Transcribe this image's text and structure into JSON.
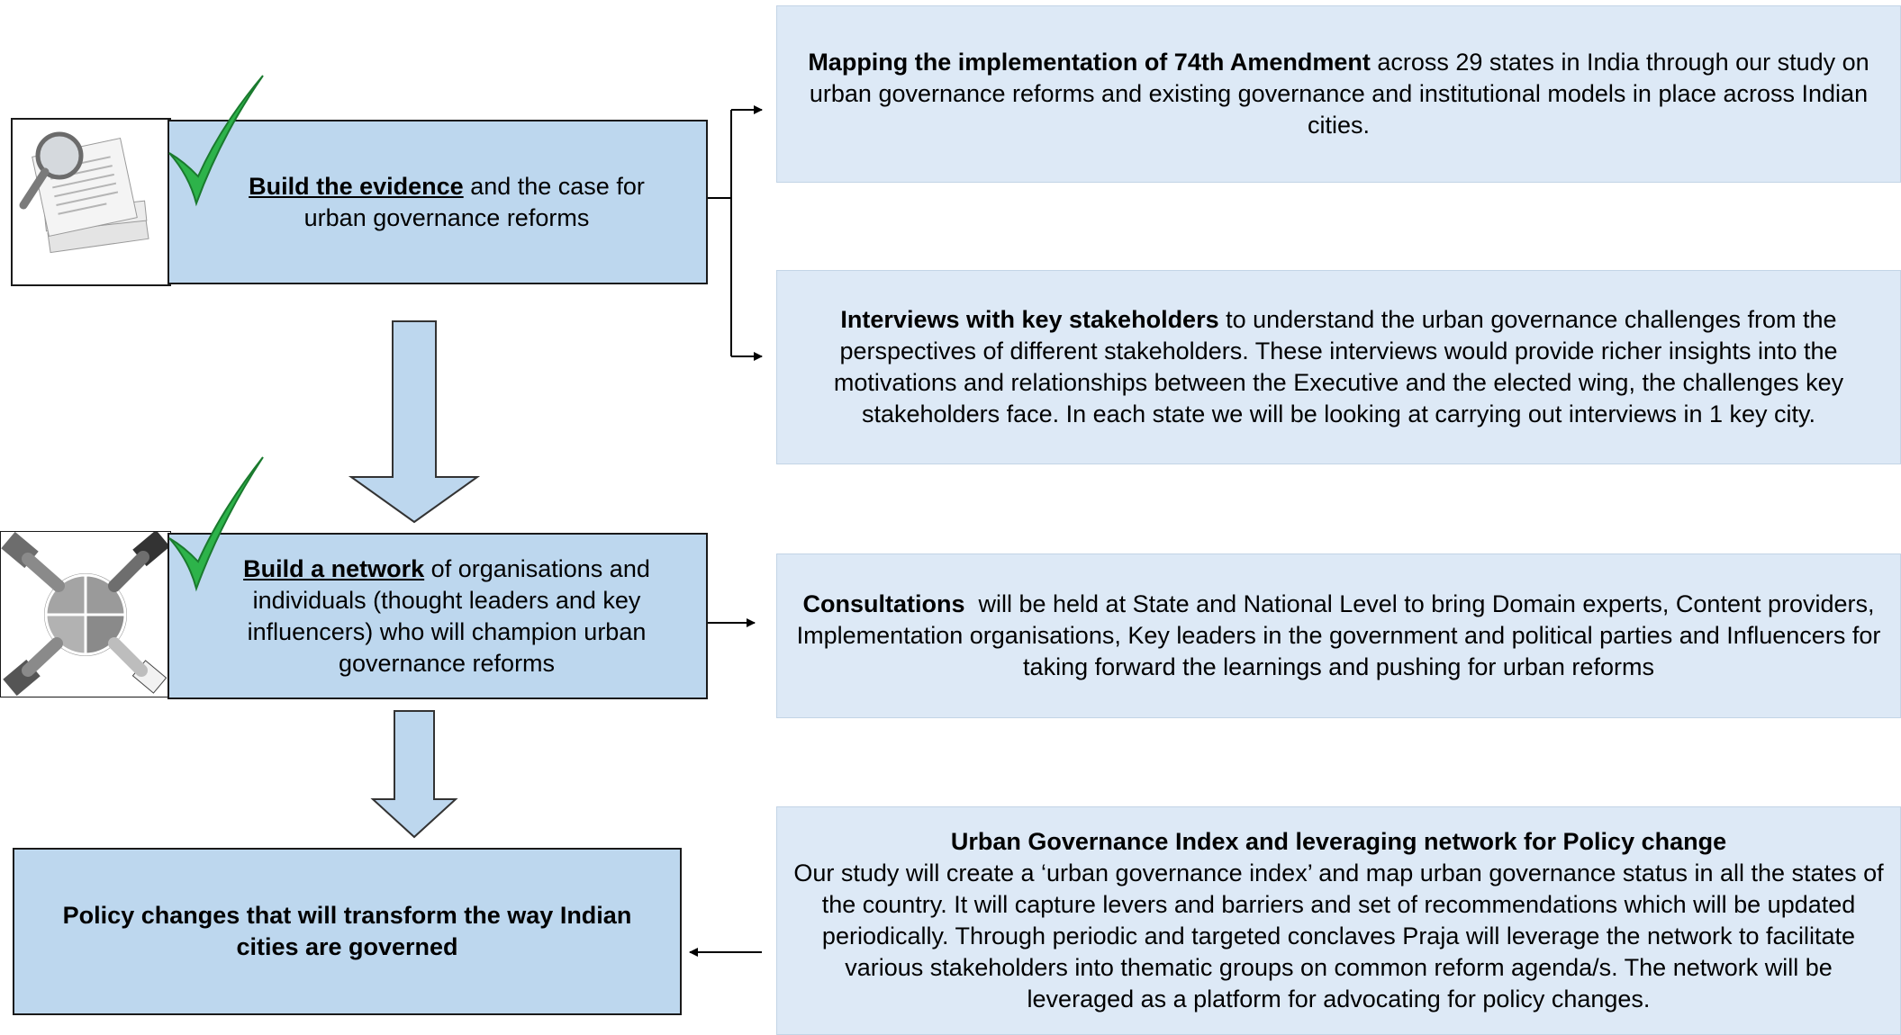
{
  "left_boxes": {
    "evidence": {
      "bold": "Build the evidence",
      "rest": " and the case for urban governance reforms"
    },
    "network": {
      "bold": "Build a network",
      "rest": " of organisations and individuals (thought leaders and key influencers) who will champion urban governance reforms"
    },
    "policy": {
      "text": "Policy changes that will transform the way Indian cities are governed"
    }
  },
  "right_boxes": {
    "mapping": {
      "bold": "Mapping the implementation of 74th Amendment",
      "rest": " across 29 states in India through our study on urban governance reforms and existing governance and institutional models in place across Indian cities."
    },
    "interviews": {
      "bold": "Interviews with key stakeholders",
      "rest": " to understand the urban governance challenges from the perspectives of different stakeholders. These interviews would provide richer insights into the motivations and relationships between the Executive and the elected wing, the challenges key stakeholders face. In each state we will be looking at carrying out interviews in 1 key city."
    },
    "consultations": {
      "bold": "Consultations",
      "rest": "  will be held at State and National Level to bring Domain experts, Content providers, Implementation organisations, Key leaders in the government and political parties and Influencers for taking forward the learnings and pushing for urban reforms"
    },
    "index": {
      "title": "Urban Governance Index and leveraging network for Policy change",
      "body": "Our study will create a ‘urban governance index’ and map urban governance status in all the states of the country. It will capture levers and barriers and set of recommendations which will be updated periodically. Through periodic and targeted conclaves Praja will leverage the network to facilitate various stakeholders into thematic groups on common reform agenda/s. The network will be leveraged as a platform for advocating for policy changes."
    }
  },
  "icons": {
    "document": "magnifier-documents-icon",
    "puzzle": "hands-puzzle-icon",
    "check": "green-checkmark-icon"
  },
  "colors": {
    "left_fill": "#bdd7ee",
    "right_fill": "#dde9f6",
    "check_green": "#2db34a"
  }
}
